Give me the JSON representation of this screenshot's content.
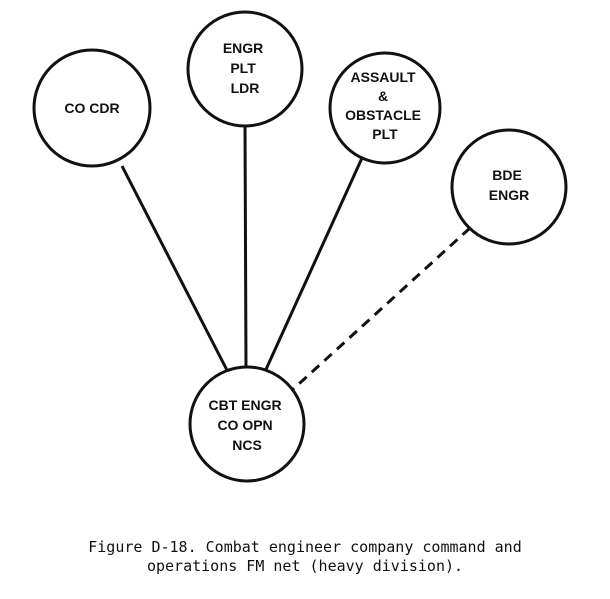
{
  "diagram": {
    "nodes": [
      {
        "id": "co-cdr",
        "lines": [
          "CO CDR"
        ]
      },
      {
        "id": "engr-plt-ldr",
        "lines": [
          "ENGR",
          "PLT",
          "LDR"
        ]
      },
      {
        "id": "assault-obstacle-plt",
        "lines": [
          "ASSAULT",
          "&",
          "OBSTACLE",
          "PLT"
        ]
      },
      {
        "id": "bde-engr",
        "lines": [
          "BDE",
          "ENGR"
        ]
      },
      {
        "id": "cbt-engr-co-opn-ncs",
        "lines": [
          "CBT ENGR",
          "CO OPN",
          "NCS"
        ]
      }
    ],
    "edges": [
      {
        "from": "co-cdr",
        "to": "cbt-engr-co-opn-ncs",
        "style": "solid"
      },
      {
        "from": "engr-plt-ldr",
        "to": "cbt-engr-co-opn-ncs",
        "style": "solid"
      },
      {
        "from": "assault-obstacle-plt",
        "to": "cbt-engr-co-opn-ncs",
        "style": "solid"
      },
      {
        "from": "bde-engr",
        "to": "cbt-engr-co-opn-ncs",
        "style": "dashed"
      }
    ],
    "stroke_color": "#111111"
  },
  "caption": {
    "line1": "Figure D-18. Combat engineer company command and",
    "line2": "operations FM net (heavy division)."
  }
}
